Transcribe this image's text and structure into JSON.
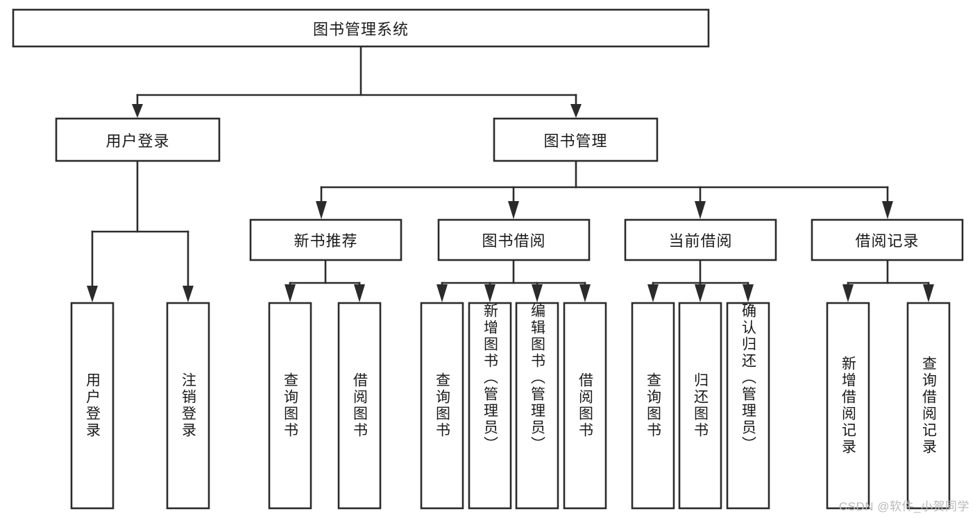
{
  "diagram": {
    "title": "图书管理系统",
    "type": "tree",
    "watermark": "CSDN @软件_小贺同学",
    "levels": {
      "root": {
        "label": "图书管理系统"
      },
      "level2": [
        {
          "label": "用户登录"
        },
        {
          "label": "图书管理"
        }
      ],
      "level3": [
        {
          "label": "新书推荐"
        },
        {
          "label": "图书借阅"
        },
        {
          "label": "当前借阅"
        },
        {
          "label": "借阅记录"
        }
      ]
    },
    "nodes": {
      "root": "图书管理系统",
      "user_login": "用户登录",
      "book_manage": "图书管理",
      "new_book_rec": "新书推荐",
      "book_borrow": "图书借阅",
      "current_borrow": "当前借阅",
      "borrow_record": "借阅记录",
      "leaf_user_login": "用户登录",
      "leaf_logout": "注销登录",
      "leaf_query_book_1": "查询图书",
      "leaf_borrow_book_1": "借阅图书",
      "leaf_query_book_2": "查询图书",
      "leaf_add_book": "新增图书（管理员）",
      "leaf_edit_book": "编辑图书（管理员）",
      "leaf_borrow_book_2": "借阅图书",
      "leaf_query_book_3": "查询图书",
      "leaf_return_book": "归还图书",
      "leaf_confirm_return": "确认归还（管理员）",
      "leaf_add_record": "新增借阅记录",
      "leaf_query_record": "查询借阅记录"
    },
    "groups": {
      "user_login_children": [
        "用户登录",
        "注销登录"
      ],
      "new_book_rec_children": [
        "查询图书",
        "借阅图书"
      ],
      "book_borrow_children": [
        "查询图书",
        "新增图书（管理员）",
        "编辑图书（管理员）",
        "借阅图书"
      ],
      "current_borrow_children": [
        "查询图书",
        "归还图书",
        "确认归还（管理员）"
      ],
      "borrow_record_children": [
        "新增借阅记录",
        "查询借阅记录"
      ]
    },
    "colors": {
      "stroke": "#2b2b2b",
      "fill": "#ffffff",
      "text": "#1a1a1a",
      "watermark": "#b9b9b9"
    }
  }
}
